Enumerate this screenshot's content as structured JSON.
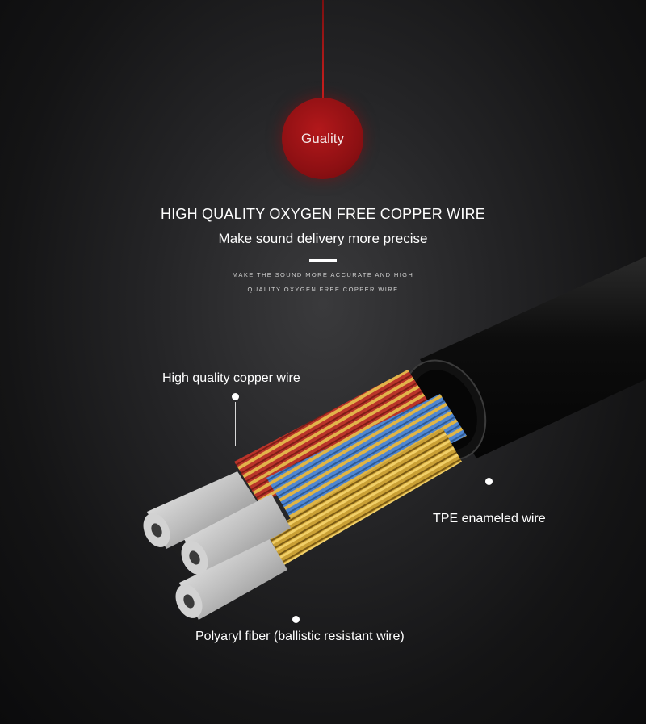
{
  "badge": {
    "text": "Guality"
  },
  "heading": {
    "title": "HIGH QUALITY OXYGEN FREE COPPER WIRE",
    "subtitle": "Make sound delivery more precise",
    "small_line1": "MAKE THE SOUND MORE ACCURATE AND HIGH",
    "small_line2": "QUALITY OXYGEN FREE COPPER WIRE"
  },
  "callouts": {
    "copper": "High quality copper wire",
    "tpe": "TPE enameled wire",
    "fiber": "Polyaryl fiber (ballistic resistant wire)"
  },
  "colors": {
    "accent_red": "#a01418",
    "copper_red": "#c0392b",
    "copper_gold": "#d4a63a",
    "copper_blue": "#5b8fd6",
    "sheath": "#101010"
  }
}
